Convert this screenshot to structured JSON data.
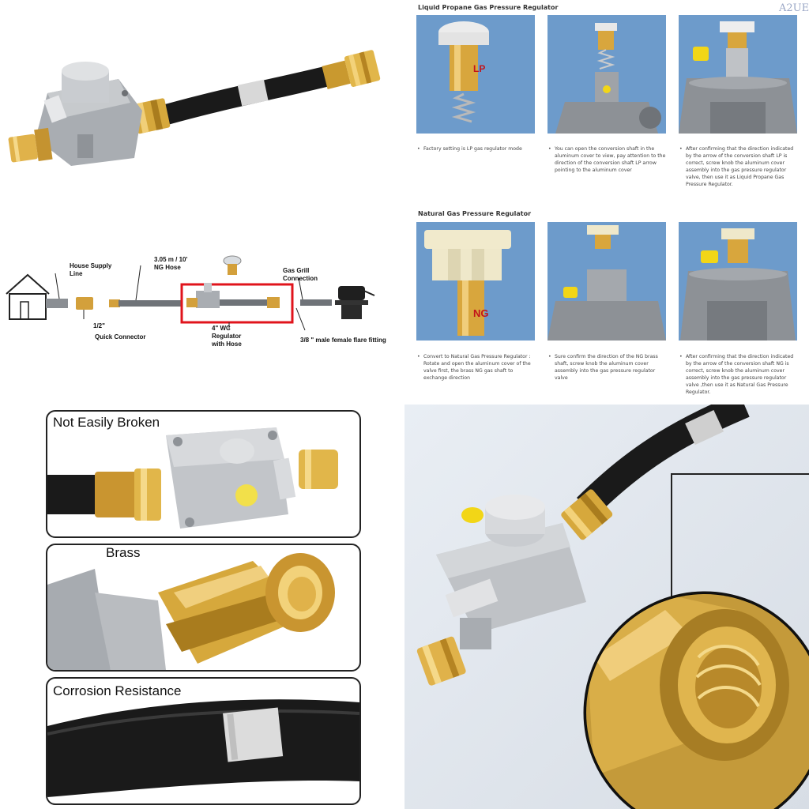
{
  "watermark": "A2UE",
  "diagram": {
    "house_supply_line": "House Supply\nLine",
    "hose_label": "3.05 m / 10'\nNG Hose",
    "gas_grill_connection": "Gas Grill\nConnection",
    "half_inch": "1/2\"",
    "quick_connector": "Quick Connector",
    "regulator_label": "4\" WC\nRegulator\nwith Hose",
    "flare_fitting": "3/8 \" male female flare fitting"
  },
  "lp_section": {
    "title": "Liquid Propane Gas Pressure Regulator",
    "captions": [
      "Factory setting is LP gas regulator mode",
      "You can open the conversion shaft in the aluminum cover to view, pay attention to the direction of the conversion shaft LP arrow pointing to the aluminum cover",
      "After confirming that the direction indicated by the arrow of the conversion shaft LP is correct, screw knob the aluminum cover assembly into the gas pressure regulator valve, then use it as Liquid Propane Gas Pressure Regulator."
    ],
    "shaft_text": "LP"
  },
  "ng_section": {
    "title": "Natural Gas Pressure Regulator",
    "captions": [
      "Convert to Natural Gas Pressure Regulator : Rotate and open the aluminum cover of the valve first, the brass NG gas shaft to exchange direction",
      "Sure confirm the direction of the NG brass shaft, screw knob the aluminum cover assembly into the gas pressure regulator valve",
      "After confirming that the direction indicated by the arrow of the conversion shaft NG is correct, screw knob the aluminum cover assembly into the gas pressure regulator valve ,then use it as Natural Gas Pressure Regulator."
    ],
    "shaft_text": "NG"
  },
  "features": [
    {
      "title": "Not Easily Broken"
    },
    {
      "title": "Brass"
    },
    {
      "title": "Corrosion Resistance"
    }
  ],
  "colors": {
    "panel_blue": "#6d9bcb",
    "brass": "#d4a53a",
    "hose_black": "#1a1a1a",
    "aluminum": "#b9bcc0",
    "red_frame": "#e0141c",
    "yellow_cap": "#f2d617"
  }
}
